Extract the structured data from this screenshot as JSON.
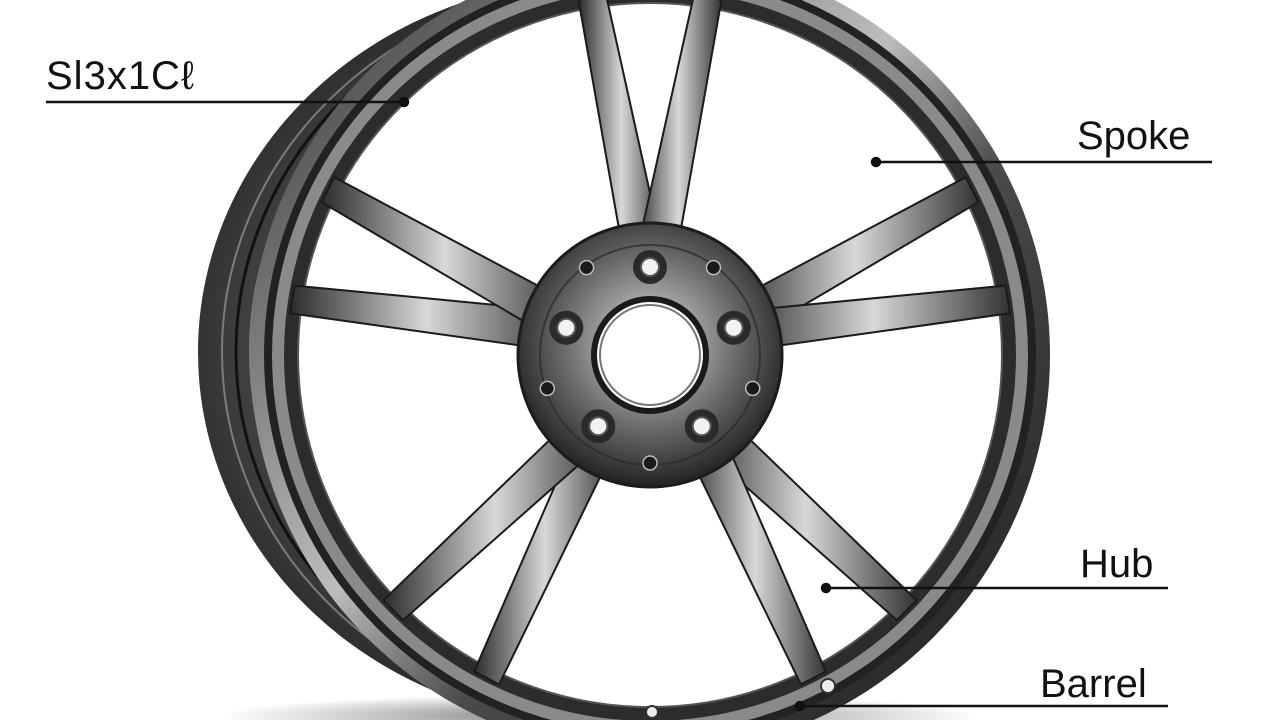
{
  "labels": {
    "top_left": "Sl3x1Cℓ",
    "spoke": "Spoke",
    "hub": "Hub",
    "barrel": "Barrel"
  },
  "colors": {
    "background": "#ffffff",
    "metal_dark": "#1b1b1b",
    "metal_mid": "#5e5e5e",
    "metal_light": "#cfcfcf",
    "leader_line": "#111111"
  },
  "components": [
    "rim",
    "spokes",
    "center-bore",
    "lug-holes",
    "barrel"
  ],
  "counts": {
    "spokes": 10,
    "lug_holes": 5
  }
}
